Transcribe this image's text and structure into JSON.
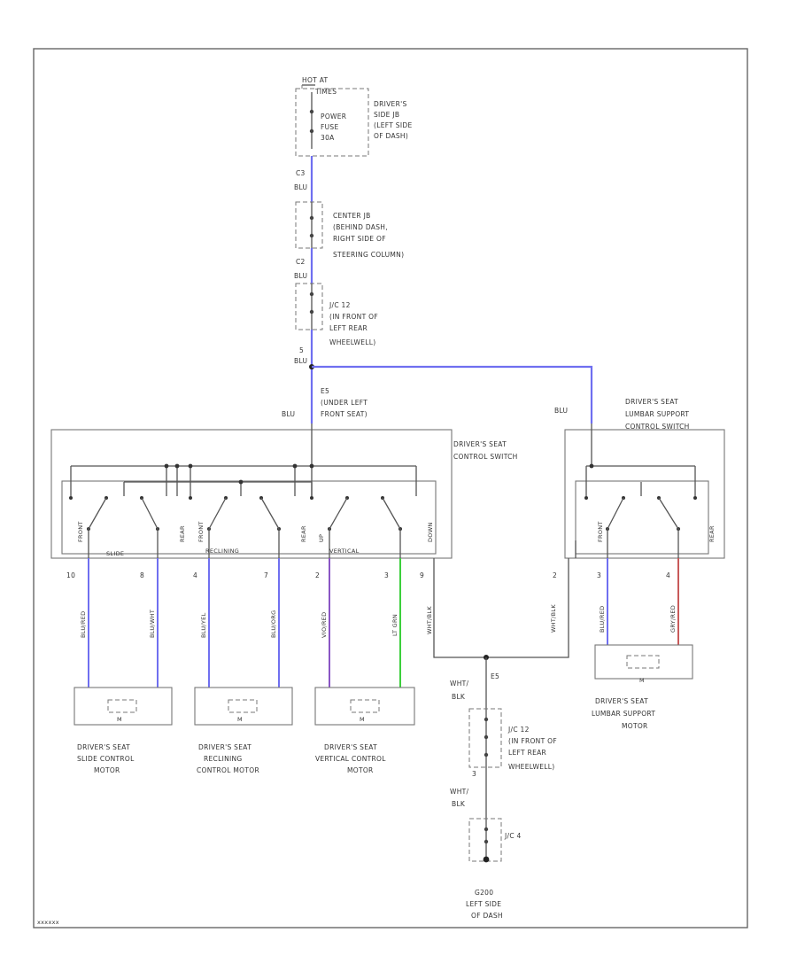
{
  "colors": {
    "blue": "#6f6ff0",
    "violet": "#8a56c4",
    "green": "#3ccf3c",
    "red": "#c85a5a",
    "wire": "#555555",
    "frame": "#666666"
  },
  "power": {
    "hot": "HOT AT",
    "times": "TIMES",
    "fuse": [
      "POWER",
      "FUSE",
      "30A"
    ],
    "jb": [
      "DRIVER'S",
      "SIDE JB",
      "(LEFT SIDE",
      "OF DASH)"
    ]
  },
  "center_jb": {
    "conn": "C3",
    "wire": "BLU",
    "text": [
      "CENTER JB",
      "(BEHIND DASH,",
      "RIGHT SIDE OF",
      "STEERING COLUMN)"
    ]
  },
  "jc12_top": {
    "conn": "C2",
    "wire": "BLU",
    "text": [
      "J/C 12",
      "(IN FRONT OF",
      "LEFT REAR",
      "WHEELWELL)"
    ]
  },
  "splice_top": {
    "pin": "5",
    "wire": "BLU",
    "label": [
      "E5",
      "(UNDER LEFT",
      "FRONT SEAT)"
    ]
  },
  "seat_switch": {
    "wire": "BLU",
    "title": [
      "DRIVER'S SEAT",
      "CONTROL SWITCH"
    ]
  },
  "lumbar_switch": {
    "wire": "BLU",
    "title": [
      "DRIVER'S SEAT",
      "LUMBAR SUPPORT",
      "CONTROL SWITCH"
    ]
  },
  "switch_labels": {
    "slide": "SLIDE",
    "reclining": "RECLINING",
    "vertical": "VERTICAL",
    "front": "FRONT",
    "rear": "REAR",
    "up": "UP",
    "down": "DOWN"
  },
  "pins": {
    "p10": "10",
    "p8": "8",
    "p4": "4",
    "p7": "7",
    "p2": "2",
    "p3": "3",
    "p9": "9",
    "p2l": "2",
    "p3l": "3",
    "p4l": "4"
  },
  "wire_colors": {
    "w1": "BLU/RED",
    "w2": "BLU/WHT",
    "w3": "BLU/YEL",
    "w4": "BLU/ORG",
    "w5": "VIO/RED",
    "w6": "LT GRN",
    "w7": "WHT/BLK",
    "w8": "WHT/BLK",
    "w9": "BLU/RED",
    "w10": "GRY/RED"
  },
  "motor_tag": "M",
  "motors": {
    "slide": [
      "DRIVER'S SEAT",
      "SLIDE CONTROL",
      "MOTOR"
    ],
    "reclining": [
      "DRIVER'S SEAT",
      "RECLINING",
      "CONTROL MOTOR"
    ],
    "vertical": [
      "DRIVER'S SEAT",
      "VERTICAL CONTROL",
      "MOTOR"
    ],
    "lumbar": [
      "DRIVER'S SEAT",
      "LUMBAR SUPPORT",
      "MOTOR"
    ]
  },
  "ground_path": {
    "splice": "E5",
    "wire1": [
      "WHT/",
      "BLK"
    ],
    "jc12": [
      "J/C 12",
      "(IN FRONT OF",
      "LEFT REAR",
      "WHEELWELL)"
    ],
    "pin": "3",
    "wire2": [
      "WHT/",
      "BLK"
    ],
    "jc4": "J/C 4",
    "ground": [
      "G200",
      "LEFT SIDE",
      "OF DASH"
    ]
  },
  "figure_id": "xxxxxx"
}
